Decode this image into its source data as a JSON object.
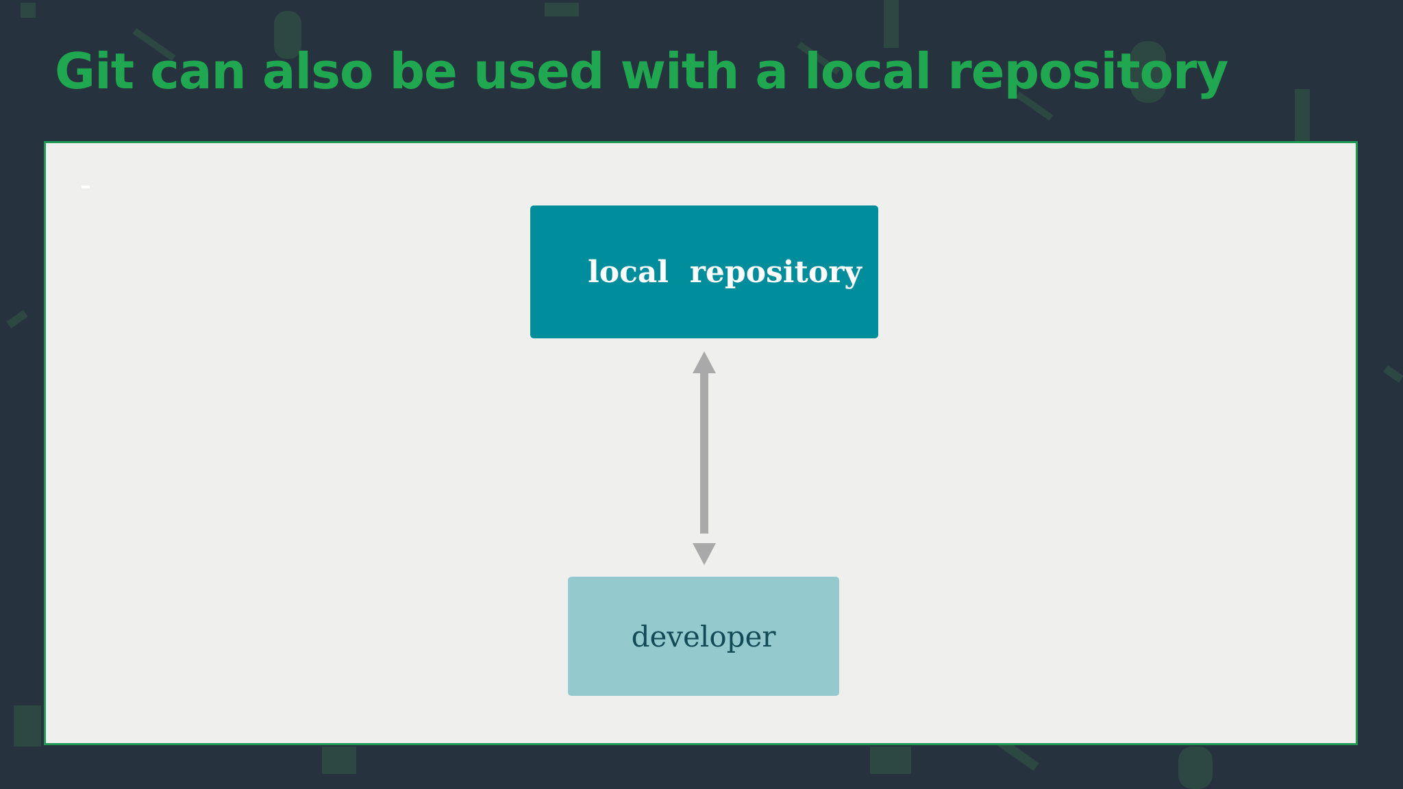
{
  "slide": {
    "title": "Git can also be used with a local repository"
  },
  "diagram": {
    "nodes": [
      {
        "id": "local-repository",
        "label": "local  repository",
        "color": "#008e9d",
        "text_color": "#ffffff"
      },
      {
        "id": "developer",
        "label": "developer",
        "color": "#94cace",
        "text_color": "#124a55"
      }
    ],
    "edges": [
      {
        "from": "developer",
        "to": "local-repository",
        "direction": "both",
        "color": "#a9a9a9"
      }
    ]
  },
  "theme": {
    "background": "#26323e",
    "title_color": "#1fa84f",
    "panel_background": "#efefed",
    "panel_border": "#1f9a54"
  }
}
